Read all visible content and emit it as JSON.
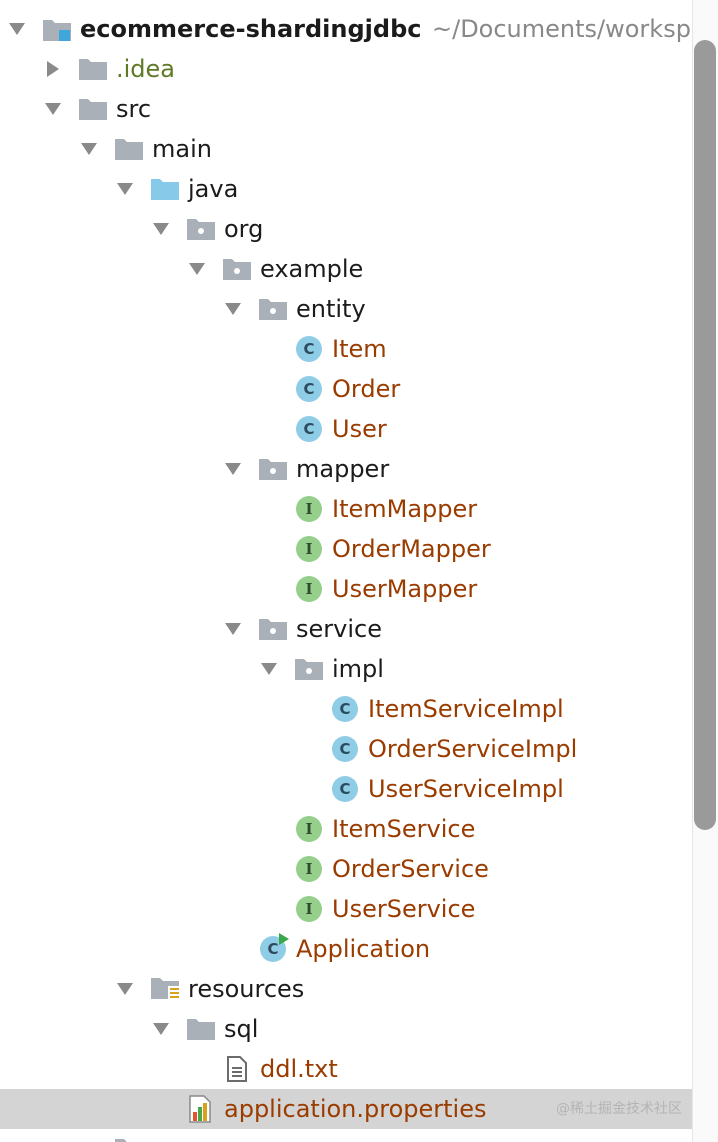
{
  "project": {
    "name": "ecommerce-shardingjdbc",
    "path": "~/Documents/workspace"
  },
  "tree": {
    "idea": ".idea",
    "src": "src",
    "main": "main",
    "java": "java",
    "org": "org",
    "example": "example",
    "entity": "entity",
    "entity_item": "Item",
    "entity_order": "Order",
    "entity_user": "User",
    "mapper": "mapper",
    "mapper_item": "ItemMapper",
    "mapper_order": "OrderMapper",
    "mapper_user": "UserMapper",
    "service": "service",
    "impl": "impl",
    "impl_item": "ItemServiceImpl",
    "impl_order": "OrderServiceImpl",
    "impl_user": "UserServiceImpl",
    "svc_item": "ItemService",
    "svc_order": "OrderService",
    "svc_user": "UserService",
    "application": "Application",
    "resources": "resources",
    "sql": "sql",
    "ddl": "ddl.txt",
    "app_props": "application.properties"
  },
  "badges": {
    "class_letter": "C",
    "interface_letter": "I"
  },
  "watermark": "@稀土掘金技术社区",
  "colors": {
    "folder": "#a9b0b8",
    "source_folder": "#87c9e8",
    "class_badge": "#8fcde6",
    "interface_badge": "#96cf8b",
    "source_text": "#9a3b00",
    "excluded_text": "#5f7a26",
    "selection": "#d4d4d4"
  }
}
